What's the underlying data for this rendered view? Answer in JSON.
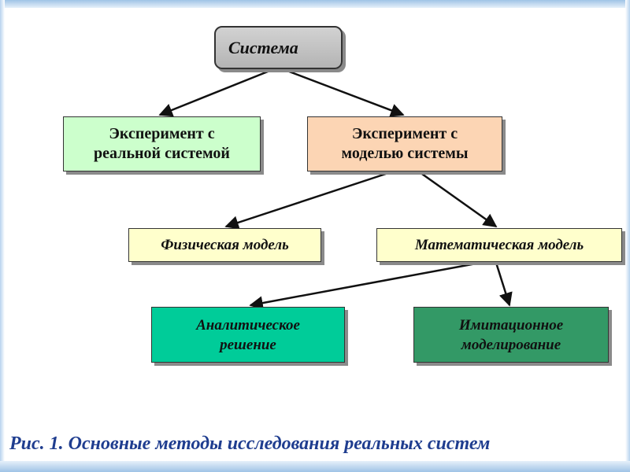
{
  "diagram": {
    "nodes": {
      "system": {
        "label": "Система"
      },
      "real_experiment": {
        "line1": "Эксперимент с",
        "line2": "реальной системой"
      },
      "model_experiment": {
        "line1": "Эксперимент с",
        "line2": "моделью системы"
      },
      "physical_model": {
        "label": "Физическая модель"
      },
      "math_model": {
        "label": "Математическая модель"
      },
      "analytic_solution": {
        "line1": "Аналитическое",
        "line2": "решение"
      },
      "imitation_modeling": {
        "line1": "Имитационное",
        "line2": "моделирование"
      }
    },
    "edges": [
      {
        "from": "system",
        "to": "real_experiment"
      },
      {
        "from": "system",
        "to": "model_experiment"
      },
      {
        "from": "model_experiment",
        "to": "physical_model"
      },
      {
        "from": "model_experiment",
        "to": "math_model"
      },
      {
        "from": "math_model",
        "to": "analytic_solution"
      },
      {
        "from": "math_model",
        "to": "imitation_modeling"
      }
    ],
    "caption": "Рис. 1. Основные методы исследования реальных систем"
  },
  "colors": {
    "system_fill": "#c0c0c0",
    "real_experiment_fill": "#ccffcc",
    "model_experiment_fill": "#fcd5b4",
    "model_fill": "#ffffcc",
    "analytic_fill": "#00cc99",
    "imitation_fill": "#339966",
    "caption_text": "#1f3d8f"
  }
}
